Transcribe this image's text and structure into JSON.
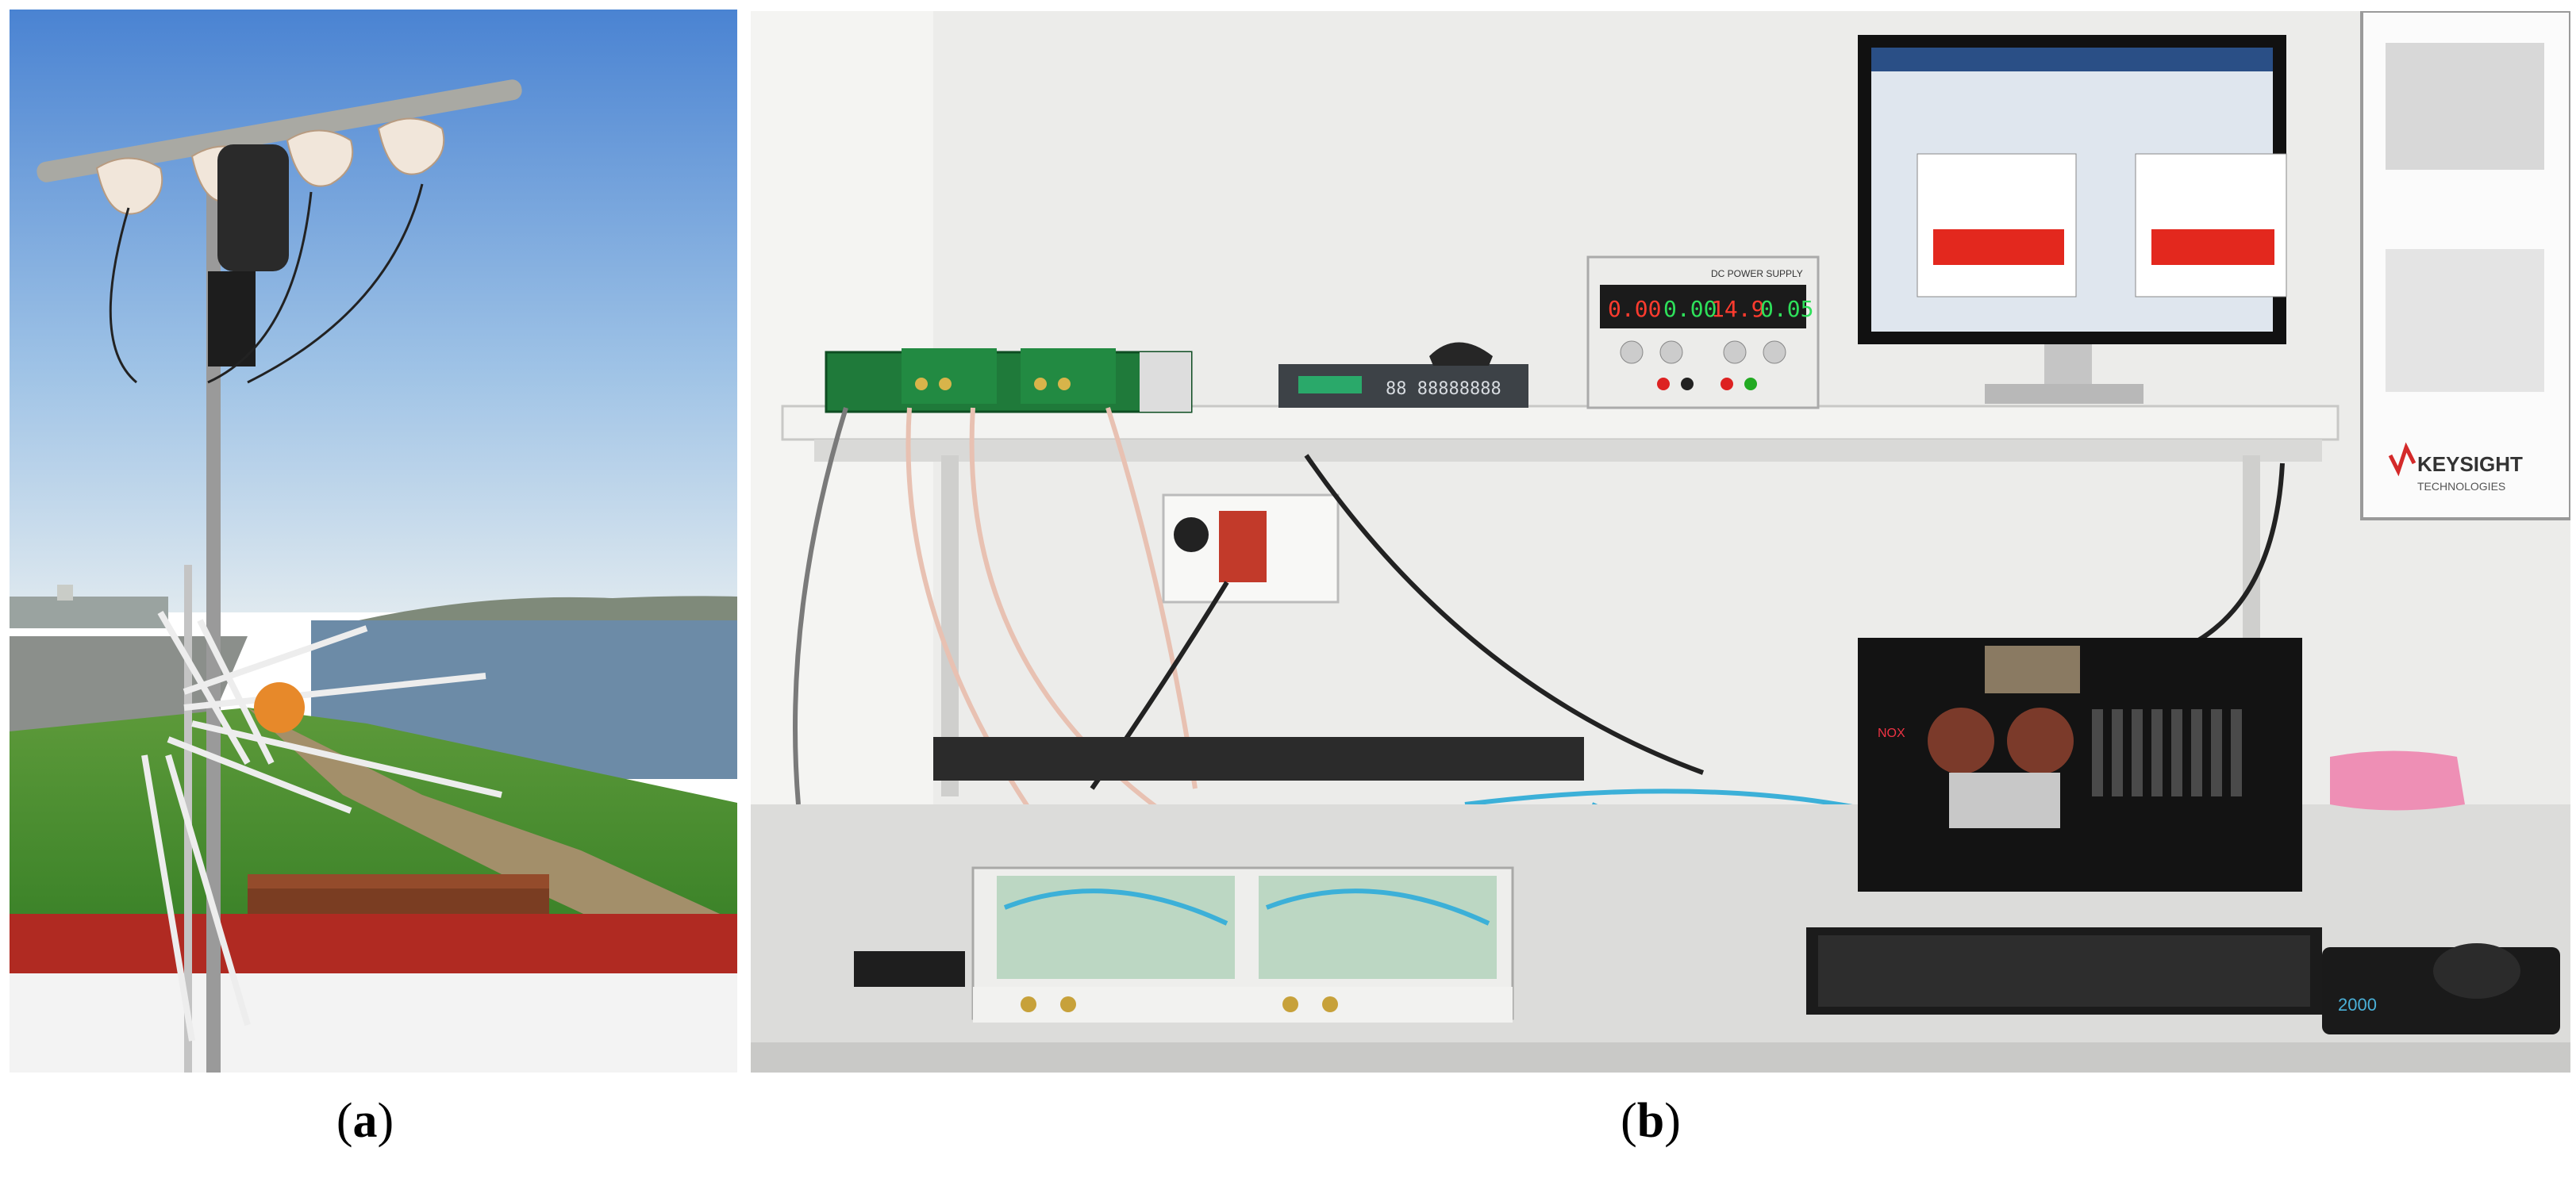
{
  "figure": {
    "panels": [
      {
        "label": "a",
        "caption_open": "(",
        "caption_close": ")"
      },
      {
        "label": "b",
        "caption_open": "(",
        "caption_close": ")"
      }
    ]
  },
  "panel_b_text": {
    "poster_brand": "KEYSIGHT",
    "poster_brand_sub": "TECHNOLOGIES",
    "psu_title": "DC POWER SUPPLY",
    "psu_left_volts": "0.00",
    "psu_left_amps": "0.00",
    "psu_right_volts": "14.9",
    "psu_right_amps": "0.05",
    "clock_display": "88 88888888",
    "case_label": "NOX",
    "mousepad_text": "2000"
  },
  "colors": {
    "sky_top": "#5b8fd6",
    "sky_bottom": "#d9e8f2",
    "grass": "#3f8a2e",
    "water": "#6f8ea8",
    "rail": "#b32a22",
    "wall": "#ececea",
    "desk": "#dcdcda",
    "signal_red": "#e3281e",
    "cable_blue": "#3cb0d8",
    "board_green": "#1f7a3a"
  }
}
